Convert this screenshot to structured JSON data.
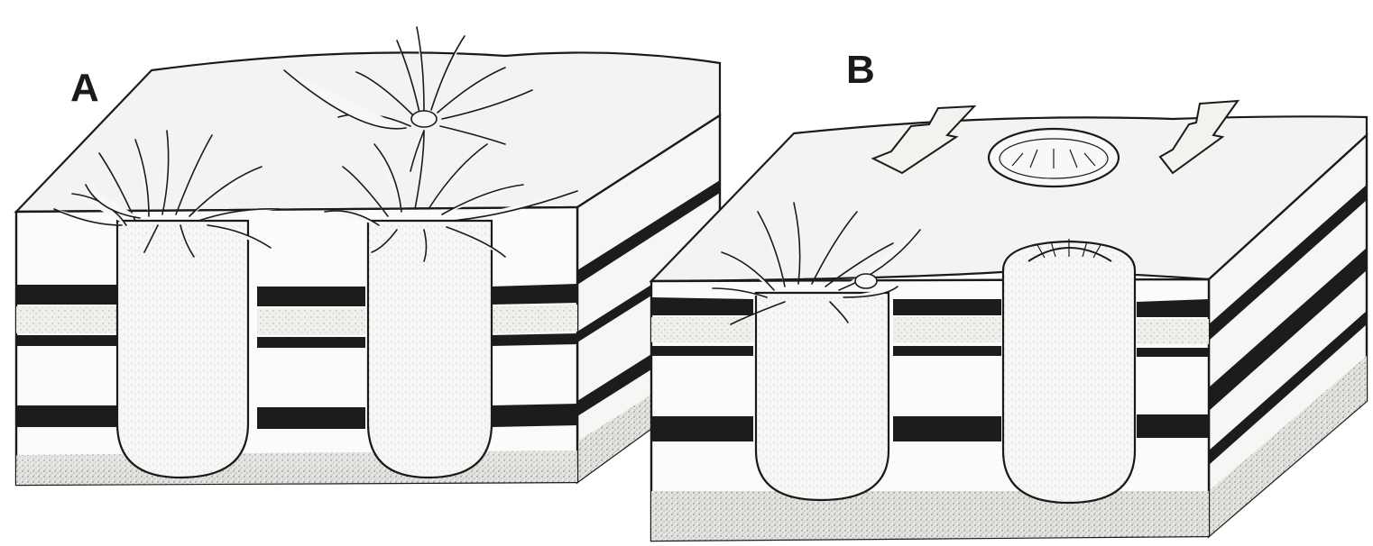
{
  "panels": [
    {
      "label": "A",
      "anemones_expanded": 3
    },
    {
      "label": "B",
      "anemones_expanded": 1,
      "anemones_retracted": 2,
      "arrows": 2
    }
  ],
  "icons": [
    "sea-anemone-tentacles",
    "retracted-anemone-disc",
    "flow-arrow"
  ]
}
